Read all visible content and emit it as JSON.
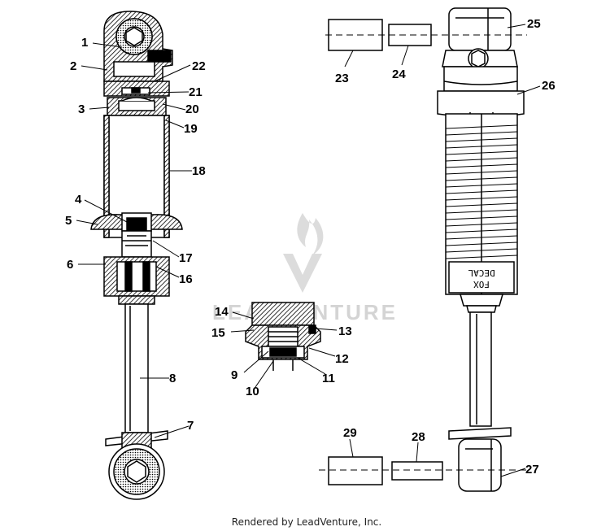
{
  "diagram": {
    "callouts": [
      "1",
      "2",
      "3",
      "4",
      "5",
      "6",
      "7",
      "8",
      "9",
      "10",
      "11",
      "12",
      "13",
      "14",
      "15",
      "16",
      "17",
      "18",
      "19",
      "20",
      "21",
      "22",
      "23",
      "24",
      "25",
      "26",
      "27",
      "28",
      "29"
    ],
    "decal_text": [
      "FOX",
      "DECAL"
    ],
    "watermark": "LEADVENTURE",
    "footer": "Rendered by LeadVenture, Inc."
  }
}
